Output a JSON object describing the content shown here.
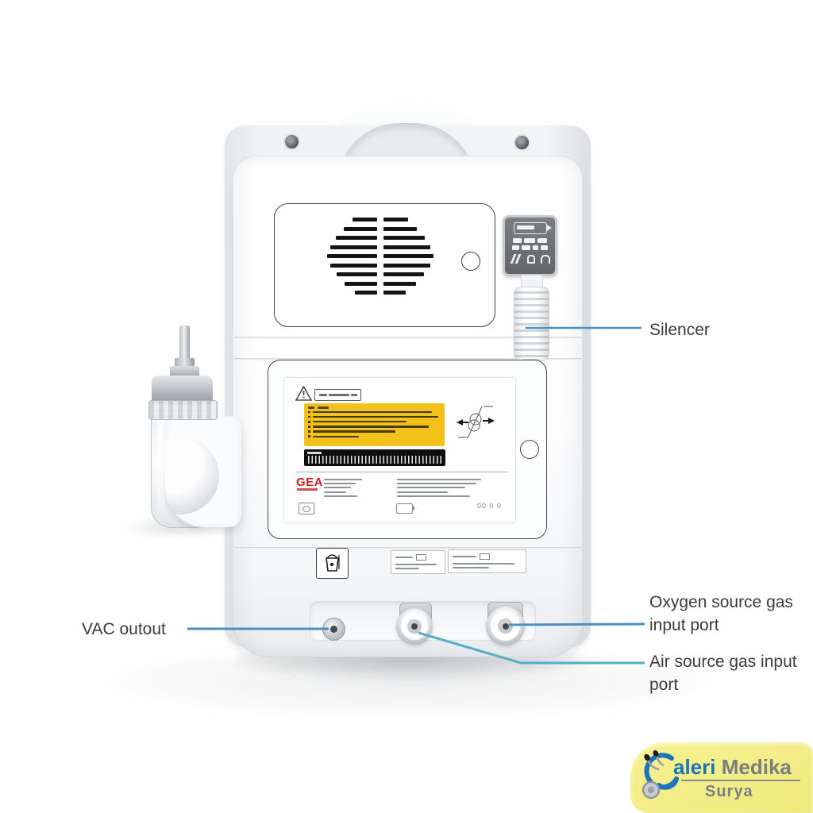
{
  "annotations": {
    "silencer": {
      "label": "Silencer"
    },
    "vac": {
      "label": "VAC outout"
    },
    "oxygen": {
      "line1": "Oxygen source gas",
      "line2": "input port"
    },
    "air": {
      "line1": "Air source gas input",
      "line2": "port"
    }
  },
  "device": {
    "label_brand": "GEA"
  },
  "watermark": {
    "brand_main": "aleri",
    "brand_secondary": "Medika",
    "brand_sub": "Surya"
  },
  "colors": {
    "annotation_line_blue": "#4a90c6",
    "annotation_line_teal": "#54aec6",
    "warning_label_yellow": "#f2c21b",
    "brand_red": "#cc2027",
    "watermark_bg": "#f2ee86",
    "watermark_blue": "#1b75bc",
    "watermark_gray": "#7b7d80"
  }
}
